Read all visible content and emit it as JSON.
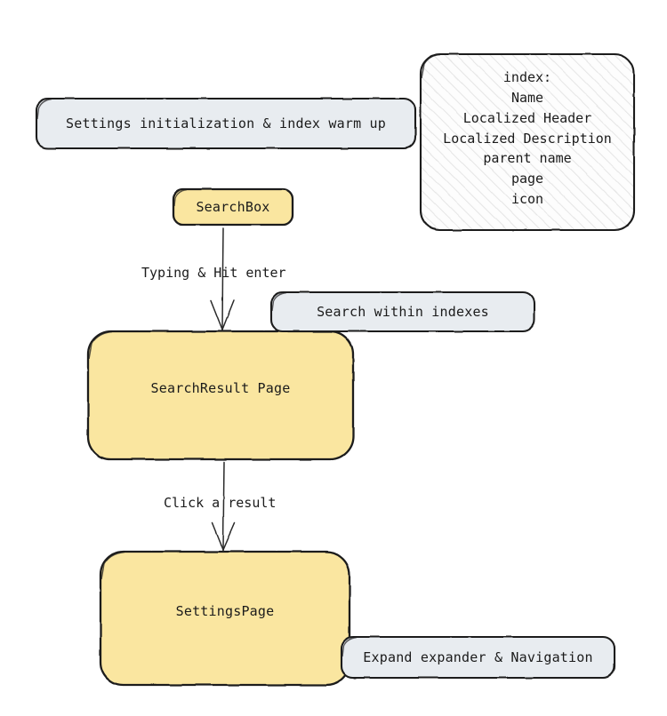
{
  "diagram": {
    "type": "flowchart",
    "style": "hand-drawn-sketch",
    "background": "#ffffff",
    "palette": {
      "node_fill": "#fae6a0",
      "note_fill": "#e8ecf0",
      "hatch_fill": "#fdfdfd",
      "stroke": "#1b1b1b",
      "text": "#1b1b1b"
    },
    "nodes": [
      {
        "id": "settings-init",
        "kind": "note",
        "label": "Settings initialization & index warm up"
      },
      {
        "id": "index",
        "kind": "hatched-note",
        "lines": [
          "index:",
          "Name",
          "Localized Header",
          "Localized Description",
          "parent name",
          "page",
          "icon"
        ]
      },
      {
        "id": "searchbox",
        "kind": "process",
        "label": "SearchBox"
      },
      {
        "id": "search-within",
        "kind": "note",
        "label": "Search within indexes"
      },
      {
        "id": "searchresult",
        "kind": "process",
        "label": "SearchResult Page"
      },
      {
        "id": "settingspage",
        "kind": "process",
        "label": "SettingsPage"
      },
      {
        "id": "expand",
        "kind": "note",
        "label": "Expand expander & Navigation"
      }
    ],
    "edges": [
      {
        "id": "edge-typing",
        "from": "searchbox",
        "to": "searchresult",
        "label": "Typing & Hit enter"
      },
      {
        "id": "edge-click",
        "from": "searchresult",
        "to": "settingspage",
        "label": "Click a result"
      }
    ]
  }
}
